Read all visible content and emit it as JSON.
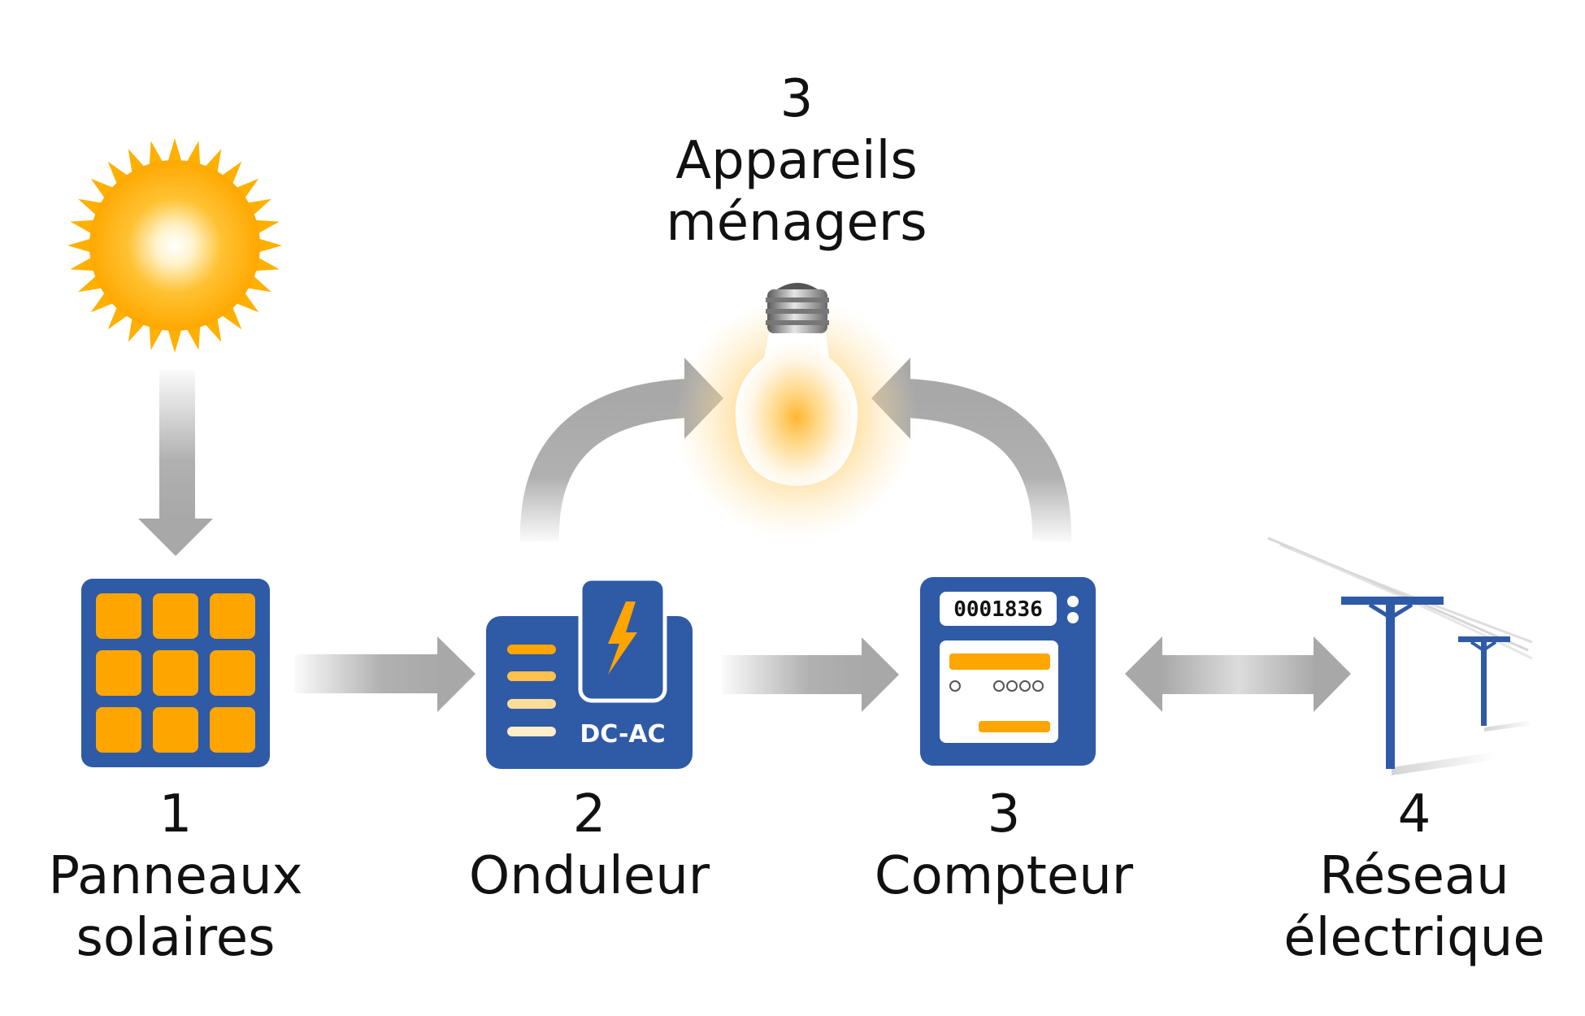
{
  "colors": {
    "device_blue": "#2f5aa6",
    "panel_orange": "#ffa500",
    "arrow_gray": "#a8a8a8",
    "sun_yellow": "#ffb000",
    "pole_blue": "#2f5aa6"
  },
  "top": {
    "number": "3",
    "line1": "Appareils",
    "line2": "ménagers"
  },
  "steps": [
    {
      "number": "1",
      "line1": "Panneaux",
      "line2": "solaires"
    },
    {
      "number": "2",
      "line1": "Onduleur",
      "line2": ""
    },
    {
      "number": "3",
      "line1": "Compteur",
      "line2": ""
    },
    {
      "number": "4",
      "line1": "Réseau",
      "line2": "électrique"
    }
  ],
  "inverter": {
    "label": "DC-AC"
  },
  "meter": {
    "reading": "0001836"
  },
  "icons": {
    "sun": "sun-icon",
    "panel": "solar-panel-icon",
    "inverter": "inverter-icon",
    "meter": "meter-icon",
    "bulb": "light-bulb-icon",
    "grid": "power-pole-icon"
  }
}
